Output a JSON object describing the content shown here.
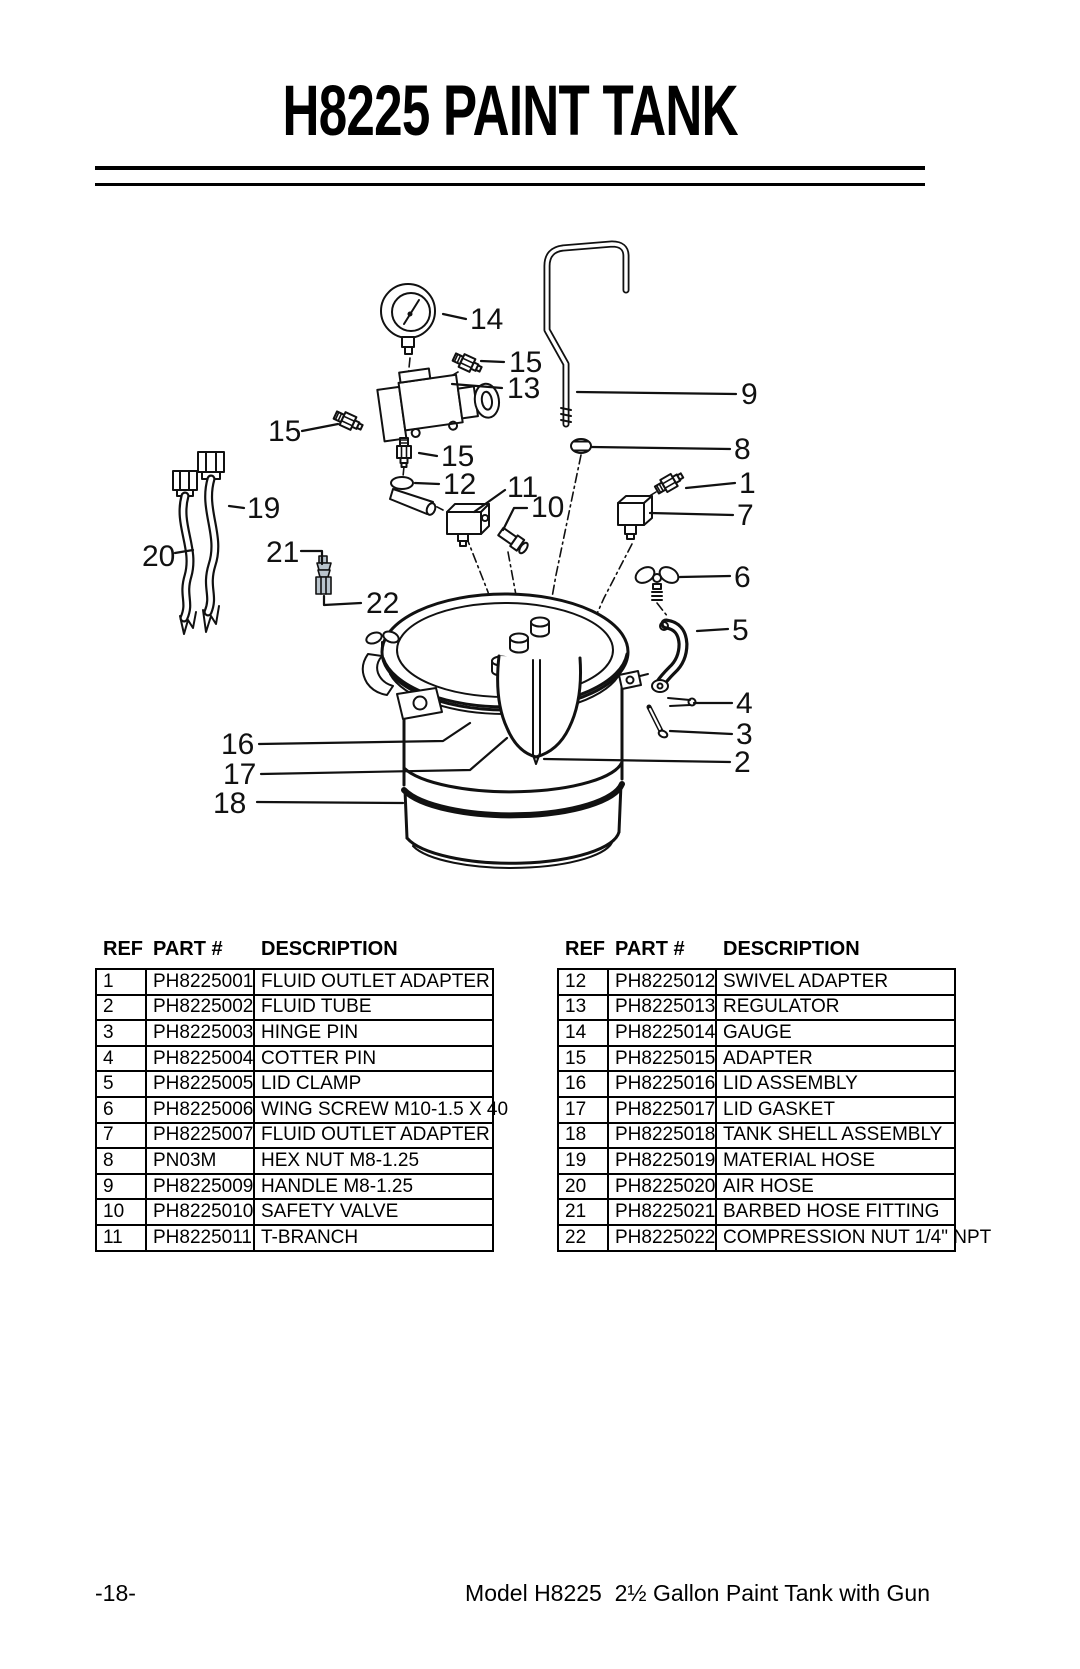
{
  "page": {
    "title": "H8225 PAINT TANK",
    "footer_left": "-18-",
    "footer_right": "Model H8225  2½ Gallon Paint Tank with Gun"
  },
  "tables": {
    "left": {
      "headers": [
        "REF",
        "PART #",
        "DESCRIPTION"
      ],
      "rows": [
        [
          "1",
          "PH8225001",
          "FLUID OUTLET ADAPTER"
        ],
        [
          "2",
          "PH8225002",
          "FLUID TUBE"
        ],
        [
          "3",
          "PH8225003",
          "HINGE PIN"
        ],
        [
          "4",
          "PH8225004",
          "COTTER PIN"
        ],
        [
          "5",
          "PH8225005",
          "LID CLAMP"
        ],
        [
          "6",
          "PH8225006",
          "WING SCREW M10-1.5 X 40"
        ],
        [
          "7",
          "PH8225007",
          "FLUID OUTLET ADAPTER"
        ],
        [
          "8",
          "PN03M",
          "HEX NUT M8-1.25"
        ],
        [
          "9",
          "PH8225009",
          "HANDLE M8-1.25"
        ],
        [
          "10",
          "PH8225010",
          "SAFETY VALVE"
        ],
        [
          "11",
          "PH8225011",
          "T-BRANCH"
        ]
      ]
    },
    "right": {
      "headers": [
        "REF",
        "PART #",
        "DESCRIPTION"
      ],
      "rows": [
        [
          "12",
          "PH8225012",
          "SWIVEL ADAPTER"
        ],
        [
          "13",
          "PH8225013",
          "REGULATOR"
        ],
        [
          "14",
          "PH8225014",
          "GAUGE"
        ],
        [
          "15",
          "PH8225015",
          "ADAPTER"
        ],
        [
          "16",
          "PH8225016",
          "LID ASSEMBLY"
        ],
        [
          "17",
          "PH8225017",
          "LID GASKET"
        ],
        [
          "18",
          "PH8225018",
          "TANK SHELL ASSEMBLY"
        ],
        [
          "19",
          "PH8225019",
          "MATERIAL HOSE"
        ],
        [
          "20",
          "PH8225020",
          "AIR HOSE"
        ],
        [
          "21",
          "PH8225021",
          "BARBED HOSE FITTING"
        ],
        [
          "22",
          "PH8225022",
          "COMPRESSION NUT 1/4\" NPT"
        ]
      ]
    }
  },
  "diagram": {
    "accent_color": "#b9c4cc",
    "callouts": {
      "c14": "14",
      "c15a": "15",
      "c13": "13",
      "c9": "9",
      "c15b": "15",
      "c8": "8",
      "c15c": "15",
      "c12": "12",
      "c11": "11",
      "c1": "1",
      "c10": "10",
      "c7": "7",
      "c19": "19",
      "c20": "20",
      "c21": "21",
      "c6": "6",
      "c22": "22",
      "c5": "5",
      "c16": "16",
      "c4": "4",
      "c17": "17",
      "c3": "3",
      "c18": "18",
      "c2": "2"
    }
  }
}
